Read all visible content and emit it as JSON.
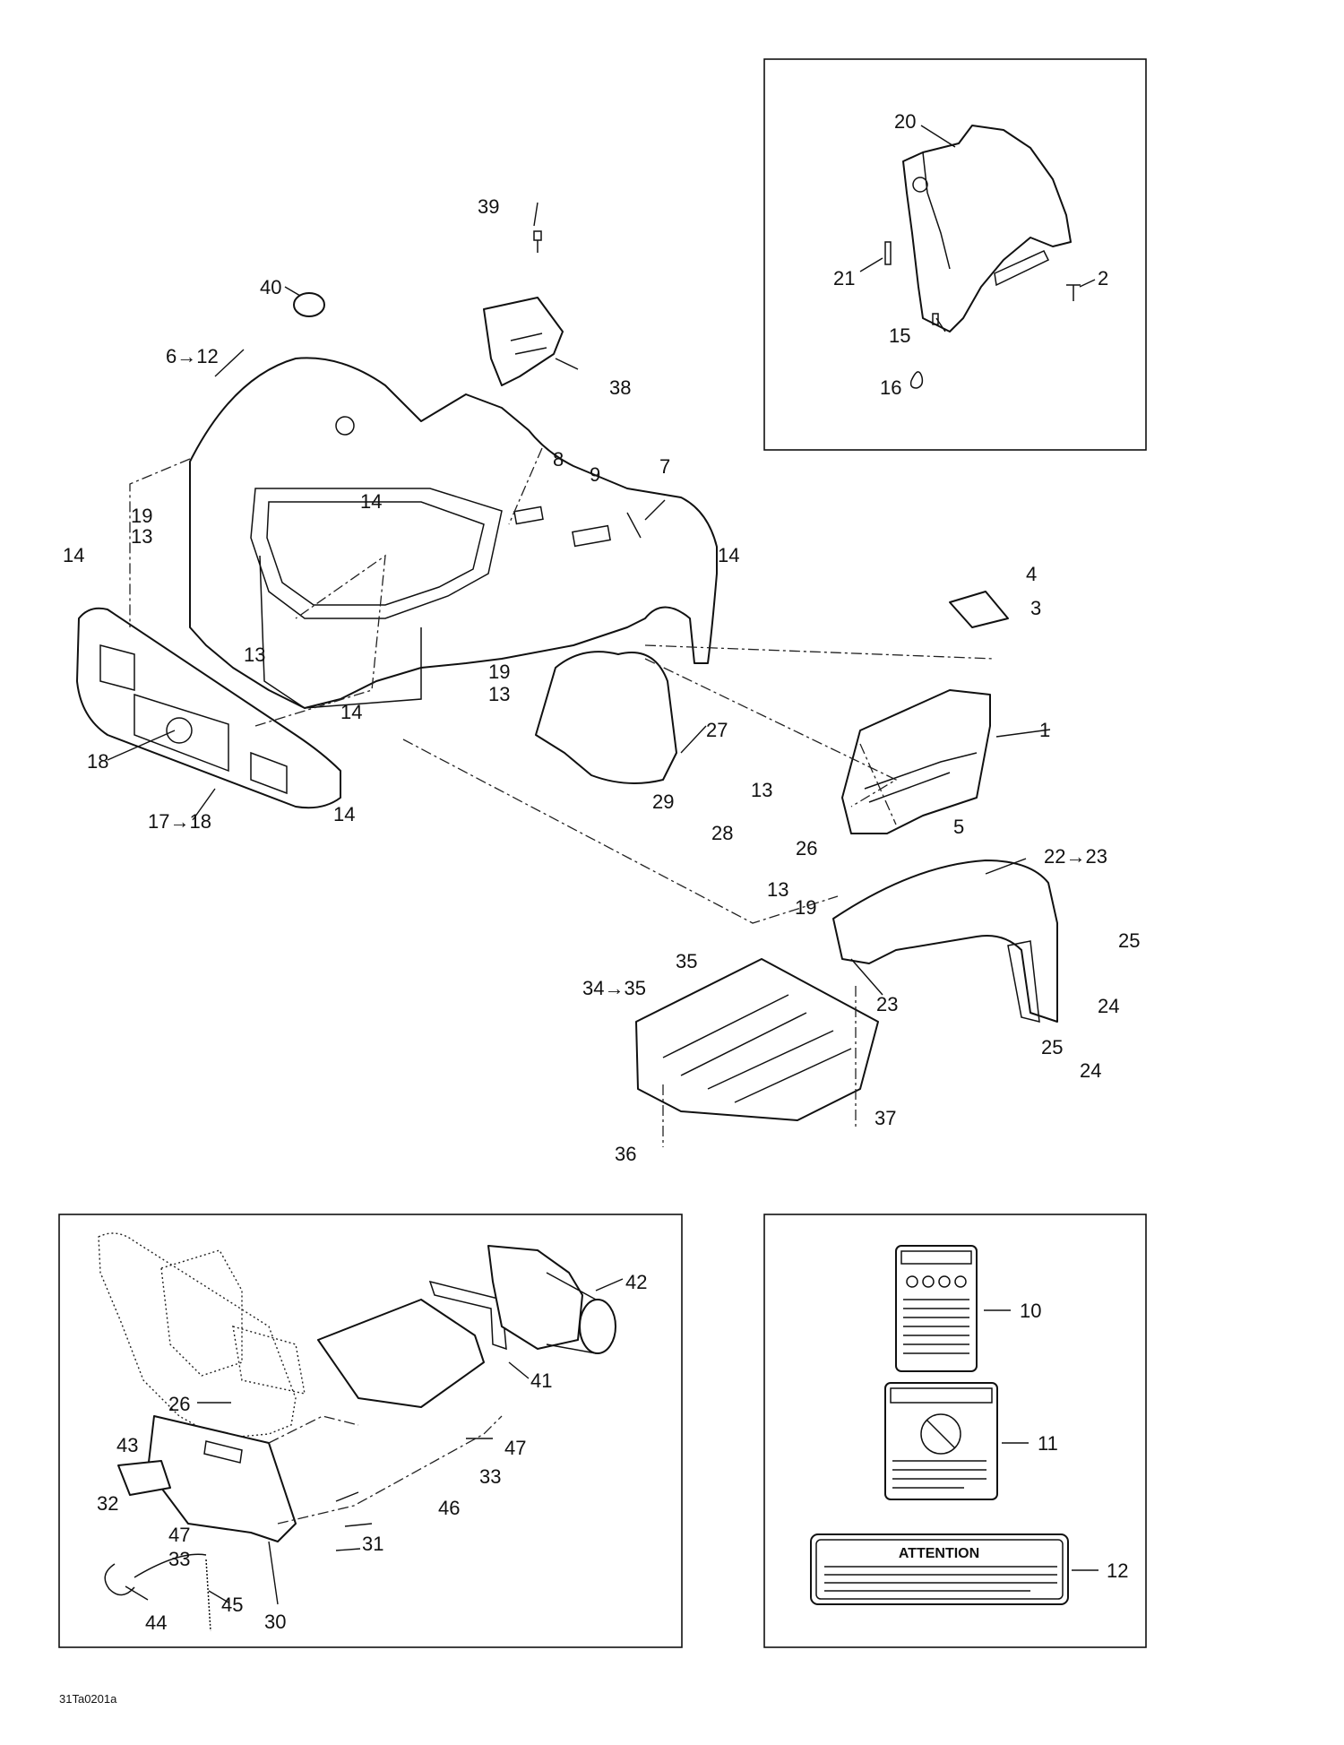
{
  "figure_code": "31Ta0201a",
  "callouts": [
    {
      "id": "c20",
      "text": "20"
    },
    {
      "id": "c21",
      "text": "21"
    },
    {
      "id": "c2",
      "text": "2"
    },
    {
      "id": "c15",
      "text": "15"
    },
    {
      "id": "c16",
      "text": "16"
    },
    {
      "id": "c39",
      "text": "39"
    },
    {
      "id": "c40",
      "text": "40"
    },
    {
      "id": "c6_12",
      "text": "6→12"
    },
    {
      "id": "c38",
      "text": "38"
    },
    {
      "id": "c8",
      "text": "8"
    },
    {
      "id": "c9",
      "text": "9"
    },
    {
      "id": "c7",
      "text": "7"
    },
    {
      "id": "c19a",
      "text": "19"
    },
    {
      "id": "c13a",
      "text": "13"
    },
    {
      "id": "c14a",
      "text": "14"
    },
    {
      "id": "c14b",
      "text": "14"
    },
    {
      "id": "c14c",
      "text": "14"
    },
    {
      "id": "c4",
      "text": "4"
    },
    {
      "id": "c3",
      "text": "3"
    },
    {
      "id": "c13b",
      "text": "13"
    },
    {
      "id": "c19b",
      "text": "19"
    },
    {
      "id": "c13c",
      "text": "13"
    },
    {
      "id": "c14d",
      "text": "14"
    },
    {
      "id": "c27",
      "text": "27"
    },
    {
      "id": "c1",
      "text": "1"
    },
    {
      "id": "c18",
      "text": "18"
    },
    {
      "id": "c17_18",
      "text": "17→18"
    },
    {
      "id": "c14e",
      "text": "14"
    },
    {
      "id": "c29",
      "text": "29"
    },
    {
      "id": "c13d",
      "text": "13"
    },
    {
      "id": "c28",
      "text": "28"
    },
    {
      "id": "c26a",
      "text": "26"
    },
    {
      "id": "c5",
      "text": "5"
    },
    {
      "id": "c22_23",
      "text": "22→23"
    },
    {
      "id": "c13e",
      "text": "13"
    },
    {
      "id": "c19c",
      "text": "19"
    },
    {
      "id": "c25a",
      "text": "25"
    },
    {
      "id": "c35",
      "text": "35"
    },
    {
      "id": "c34_35",
      "text": "34→35"
    },
    {
      "id": "c23",
      "text": "23"
    },
    {
      "id": "c24a",
      "text": "24"
    },
    {
      "id": "c25b",
      "text": "25"
    },
    {
      "id": "c24b",
      "text": "24"
    },
    {
      "id": "c37",
      "text": "37"
    },
    {
      "id": "c36",
      "text": "36"
    },
    {
      "id": "c42",
      "text": "42"
    },
    {
      "id": "c41",
      "text": "41"
    },
    {
      "id": "c26b",
      "text": "26"
    },
    {
      "id": "c43",
      "text": "43"
    },
    {
      "id": "c47a",
      "text": "47"
    },
    {
      "id": "c33a",
      "text": "33"
    },
    {
      "id": "c46",
      "text": "46"
    },
    {
      "id": "c32",
      "text": "32"
    },
    {
      "id": "c47b",
      "text": "47"
    },
    {
      "id": "c33b",
      "text": "33"
    },
    {
      "id": "c31",
      "text": "31"
    },
    {
      "id": "c30",
      "text": "30"
    },
    {
      "id": "c45",
      "text": "45"
    },
    {
      "id": "c44",
      "text": "44"
    },
    {
      "id": "c10",
      "text": "10"
    },
    {
      "id": "c11",
      "text": "11"
    },
    {
      "id": "c12",
      "text": "12"
    }
  ],
  "decals": {
    "attention_title": "ATTENTION"
  }
}
